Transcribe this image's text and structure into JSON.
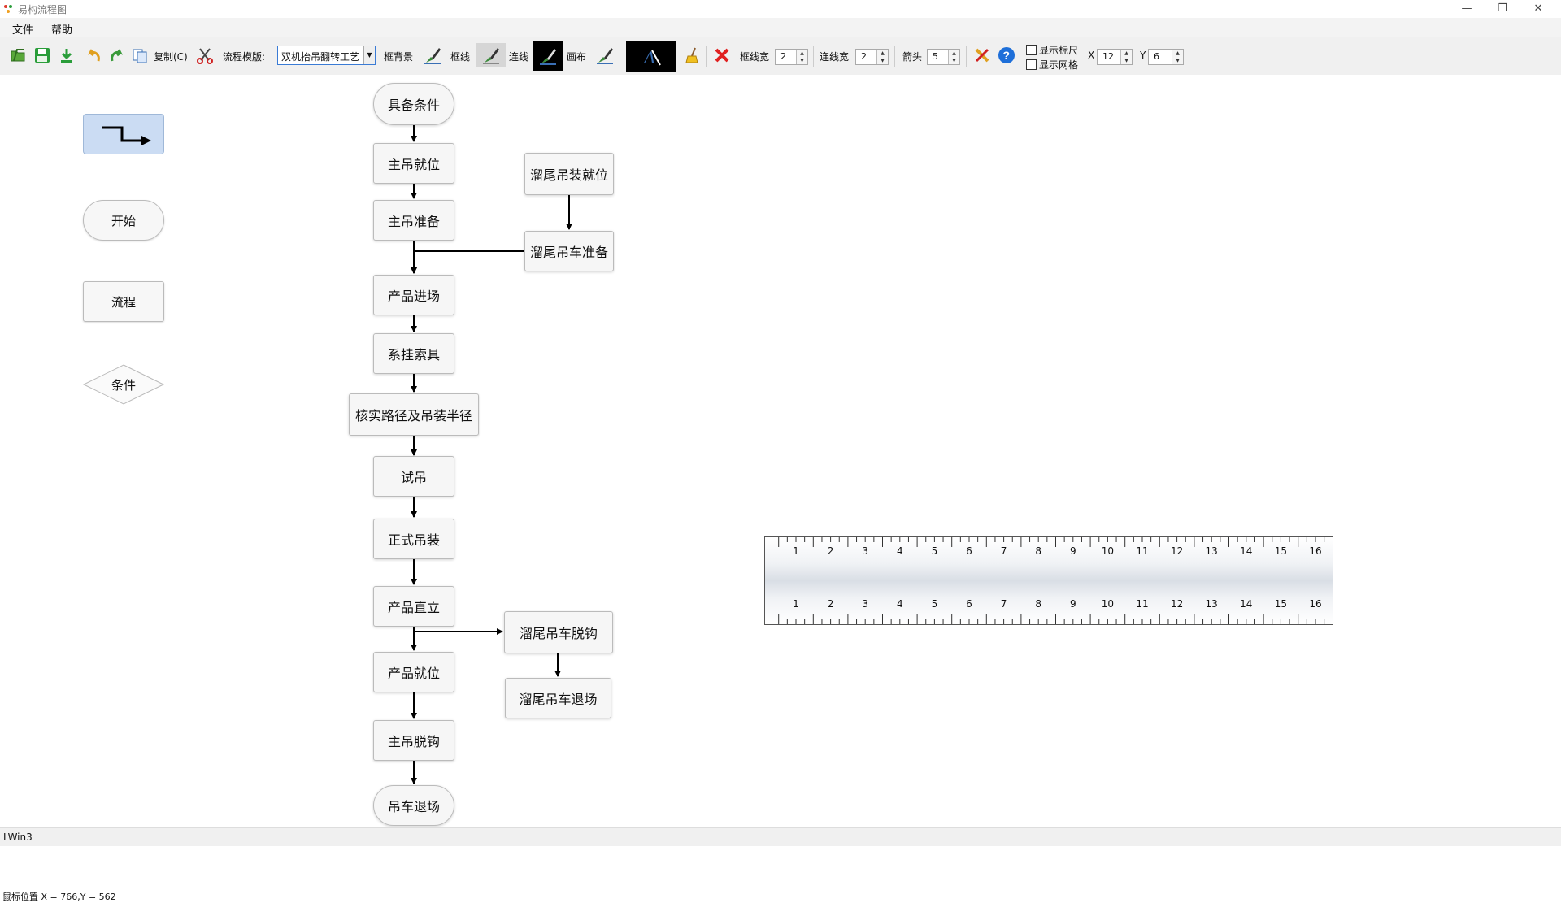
{
  "window": {
    "title": "易构流程图",
    "minimize": "—",
    "restore": "❐",
    "close": "✕"
  },
  "menu": [
    "文件",
    "帮助"
  ],
  "toolbar": {
    "copy_label": "复制(C)",
    "template_label": "流程模版:",
    "template_value": "双机抬吊翻转工艺",
    "frame_bg_label": "框背景",
    "frame_line_label": "框线",
    "connector_label": "连线",
    "canvas_label": "画布",
    "frame_width_label": "框线宽",
    "frame_width_value": "2",
    "connector_width_label": "连线宽",
    "connector_width_value": "2",
    "arrow_label": "箭头",
    "arrow_value": "5",
    "show_ruler_label": "显示标尺",
    "show_grid_label": "显示网格",
    "x_label": "X",
    "x_value": "12",
    "y_label": "Y",
    "y_value": "6",
    "colors": {
      "canvas_swatch": "#000000",
      "delete_red": "#e02020",
      "help_blue": "#1e6fd9",
      "save_green": "#2a9d3a"
    }
  },
  "palette": {
    "connector_icon": "elbow-arrow-icon",
    "start": "开始",
    "process": "流程",
    "condition": "条件"
  },
  "flow": {
    "main": [
      "具备条件",
      "主吊就位",
      "主吊准备",
      "产品进场",
      "系挂索具",
      "核实路径及吊装半径",
      "试吊",
      "正式吊装",
      "产品直立",
      "产品就位",
      "主吊脱钩",
      "吊车退场"
    ],
    "side_top": [
      "溜尾吊装就位",
      "溜尾吊车准备"
    ],
    "side_bottom": [
      "溜尾吊车脱钩",
      "溜尾吊车退场"
    ]
  },
  "ruler": {
    "ticks": [
      "1",
      "2",
      "3",
      "4",
      "5",
      "6",
      "7",
      "8",
      "9",
      "10",
      "11",
      "12",
      "13",
      "14",
      "15",
      "16"
    ]
  },
  "status": {
    "mouse_position": "鼠标位置 X = 766,Y = 562",
    "text": "LWin3"
  }
}
